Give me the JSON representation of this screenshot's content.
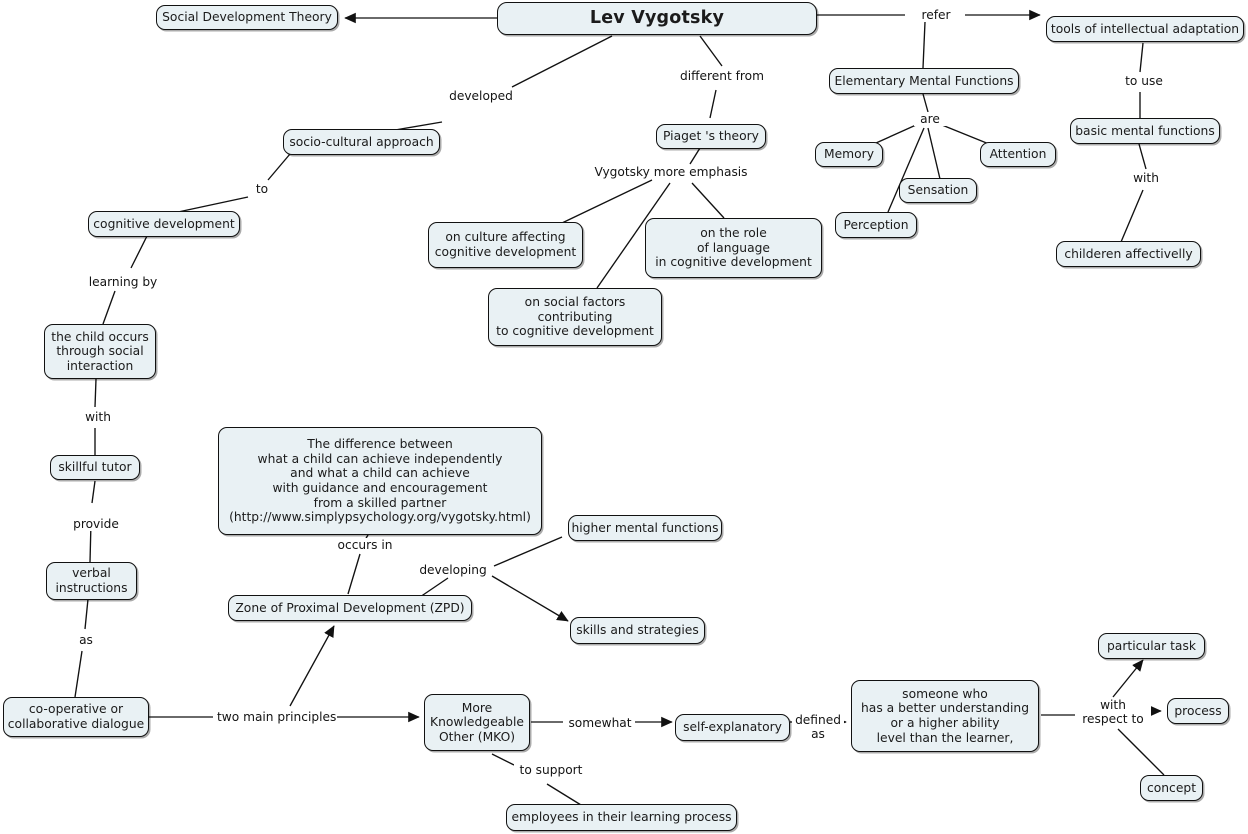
{
  "map": {
    "title": "Lev Vygotsky",
    "background": "#ffffff",
    "node_fill": "#e9f1f4",
    "node_stroke": "#111111",
    "text_color": "#1b1b1b"
  },
  "nodes": {
    "lev_vygotsky": "Lev Vygotsky",
    "social_development_theory": "Social Development Theory",
    "tools_of_intellectual_adaptation": "tools of intellectual adaptation",
    "elementary_mental_functions": "Elementary Mental Functions",
    "basic_mental_functions": "basic mental functions",
    "memory": "Memory",
    "attention": "Attention",
    "sensation": "Sensation",
    "perception": "Perception",
    "childeren_affectivelly": "childeren affectivelly",
    "socio_cultural_approach": "socio-cultural approach",
    "piaget_theory": "Piaget 's theory",
    "cognitive_development": "cognitive development",
    "on_culture_affecting": "on culture affecting\ncognitive development",
    "on_the_role_of_language": "on the role\nof language\nin cognitive development",
    "on_social_factors": "on social factors\ncontributing\nto cognitive development",
    "the_child_occurs": "the child occurs\nthrough social\ninteraction",
    "skillful_tutor": "skillful tutor",
    "verbal_instructions": "verbal\ninstructions",
    "co_operative_dialogue": "co-operative or\ncollaborative dialogue",
    "zpd_definition": "The difference between\nwhat a child can achieve independently\nand what a child can achieve\nwith guidance and encouragement\nfrom a skilled partner\n(http://www.simplypsychology.org/vygotsky.html)",
    "zone_of_proximal_development": "Zone of Proximal Development (ZPD)",
    "higher_mental_functions": "higher mental functions",
    "skills_and_strategies": "skills and strategies",
    "more_knowledgeable_other": "More\nKnowledgeable\nOther (MKO)",
    "employees_learning_process": "employees in their learning process",
    "self_explanatory": "self-explanatory",
    "someone_who": "someone who\nhas a better understanding\nor a higher ability\nlevel than the learner,",
    "particular_task": "particular task",
    "process": "process",
    "concept": "concept"
  },
  "edge_labels": {
    "refer": "refer",
    "developed": "developed",
    "different_from": "different from",
    "to_use": "to use",
    "with_right": "with",
    "are": "are",
    "to": "to",
    "vygotsky_more_emphasis": "Vygotsky more emphasis",
    "learning_by": "learning by",
    "with_left": "with",
    "provide": "provide",
    "as": "as",
    "occurs_in": "occurs in",
    "developing": "developing",
    "two_main_principles": "two main principles",
    "somewhat": "somewhat",
    "to_support": "to support",
    "defined_as": "defined\nas",
    "with_respect_to": "with\nrespect to"
  }
}
